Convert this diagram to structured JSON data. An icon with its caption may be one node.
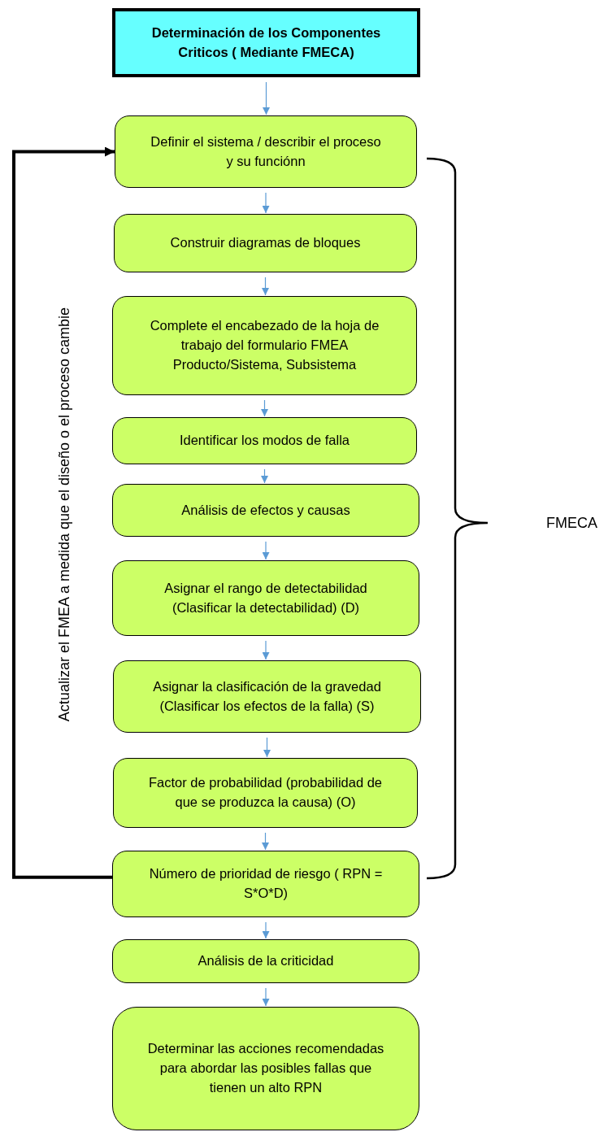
{
  "diagram": {
    "nodes": [
      {
        "text": [
          "Determinación de los Componentes Criticos ( Mediante FMECA)"
        ]
      },
      {
        "text": [
          "Definir el sistema / describir el proceso y su funciónn"
        ]
      },
      {
        "text": [
          "Construir diagramas de bloques"
        ]
      },
      {
        "text": [
          "Complete el encabezado de la hoja de trabajo del formulario FMEA Producto/Sistema, Subsistema"
        ]
      },
      {
        "text": [
          "Identificar los modos de falla"
        ]
      },
      {
        "text": [
          "Análisis de efectos y causas"
        ]
      },
      {
        "text": [
          "Asignar el rango de detectabilidad (Clasificar la detectabilidad) (D)"
        ]
      },
      {
        "text": [
          "Asignar la clasificación de la gravedad (Clasificar los efectos de la falla) (S)"
        ]
      },
      {
        "text": [
          "Factor de probabilidad (probabilidad de que se produzca la causa) (O)"
        ]
      },
      {
        "text": [
          "Número de prioridad de riesgo ( RPN = S*O*D)"
        ]
      },
      {
        "text": [
          "Análisis de la criticidad"
        ]
      },
      {
        "text": [
          "Determinar las acciones recomendadas para abordar las posibles fallas que tienen un alto RPN"
        ]
      }
    ],
    "edges": [
      {
        "from": 0,
        "to": 1,
        "arrow": "to"
      },
      {
        "from": 1,
        "to": 2,
        "arrow": "to"
      },
      {
        "from": 2,
        "to": 3,
        "arrow": "to"
      },
      {
        "from": 3,
        "to": 4,
        "arrow": "to"
      },
      {
        "from": 4,
        "to": 5,
        "arrow": "to"
      },
      {
        "from": 5,
        "to": 6,
        "arrow": "to"
      },
      {
        "from": 6,
        "to": 7,
        "arrow": "to"
      },
      {
        "from": 7,
        "to": 8,
        "arrow": "to"
      },
      {
        "from": 8,
        "to": 9,
        "arrow": "to"
      },
      {
        "from": 9,
        "to": 10,
        "arrow": "to"
      },
      {
        "from": 10,
        "to": 11,
        "arrow": "to"
      },
      {
        "from": 9,
        "to": 1,
        "arrow": "to",
        "label": "Actualizar el FMEA a medida que el diseño o el proceso cambie",
        "style": "thick",
        "color": "#000000"
      }
    ],
    "labels": [
      "FMECA"
    ]
  }
}
